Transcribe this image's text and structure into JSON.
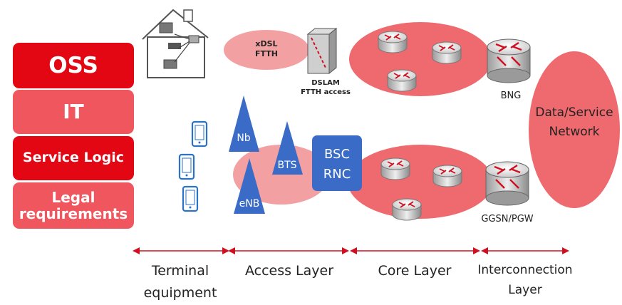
{
  "left_stack": {
    "oss": "OSS",
    "it": "IT",
    "service_logic": "Service Logic",
    "legal_line1": "Legal",
    "legal_line2": "requirements"
  },
  "fixed_access": {
    "link_line1": "xDSL",
    "link_line2": "FTTH",
    "dslam_line1": "DSLAM",
    "dslam_line2": "FTTH access"
  },
  "mobile_access": {
    "nb": "Nb",
    "bts": "BTS",
    "enb": "eNB",
    "controller_line1": "BSC",
    "controller_line2": "RNC"
  },
  "edge_nodes": {
    "bng": "BNG",
    "ggsn": "GGSN/PGW"
  },
  "network": {
    "line1": "Data/Service",
    "line2": "Network"
  },
  "layers": {
    "terminal_line1": "Terminal",
    "terminal_line2": "equipment",
    "access": "Access Layer",
    "core": "Core Layer",
    "interconnection_line1": "Interconnection",
    "interconnection_line2": "Layer"
  },
  "colors": {
    "red_dark": "#e30613",
    "red_light": "#f0565e",
    "ellipse": "#ef6a6e",
    "ellipse_soft": "#f3a0a3",
    "blue": "#3a6cc7",
    "phone": "#2c73c8"
  }
}
